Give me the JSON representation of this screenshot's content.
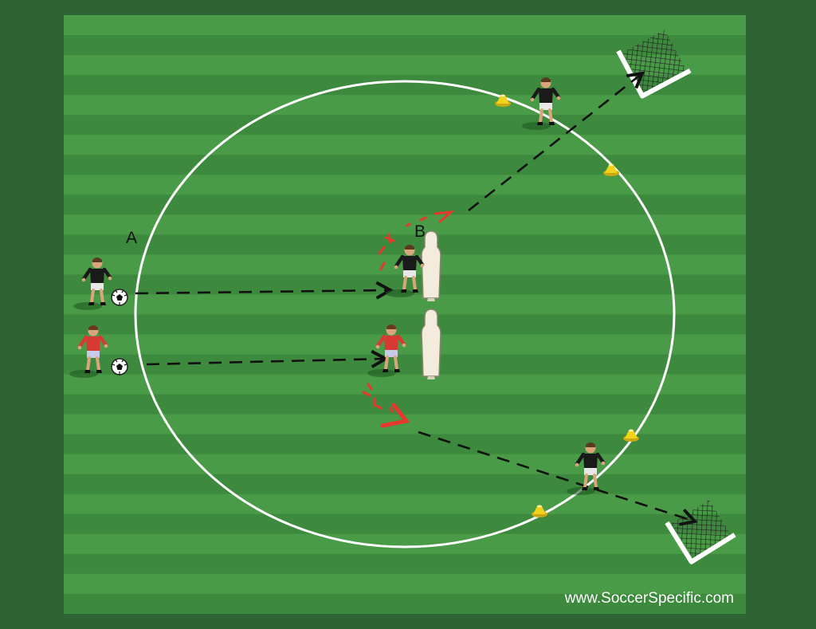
{
  "labels": {
    "station_a": "A",
    "station_b": "B"
  },
  "watermark": "www.SoccerSpecific.com",
  "colors": {
    "background": "#2e6334",
    "pitch_light": "#4a9b48",
    "pitch_dark": "#3d8a3e",
    "circle": "#ffffff",
    "pass_arrow": "#111111",
    "run_arrow": "#e8372c",
    "team_black_shirt": "#1a1a1a",
    "team_red_shirt": "#d63a32",
    "cone": "#f2d21a",
    "mannequin": "#f3ecdd"
  },
  "players": [
    {
      "name": "server-black",
      "team": "black"
    },
    {
      "name": "server-red",
      "team": "red"
    },
    {
      "name": "attacker-black",
      "team": "black"
    },
    {
      "name": "attacker-red",
      "team": "red"
    },
    {
      "name": "defender-top",
      "team": "black"
    },
    {
      "name": "defender-bottom",
      "team": "black"
    }
  ],
  "equipment": {
    "balls": 2,
    "mannequins": 2,
    "cones": 4,
    "goals": 2
  },
  "icons": {
    "player": "player-icon",
    "ball": "soccer-ball-icon",
    "cone": "cone-icon",
    "mannequin": "mannequin-icon",
    "goal": "goal-icon"
  }
}
